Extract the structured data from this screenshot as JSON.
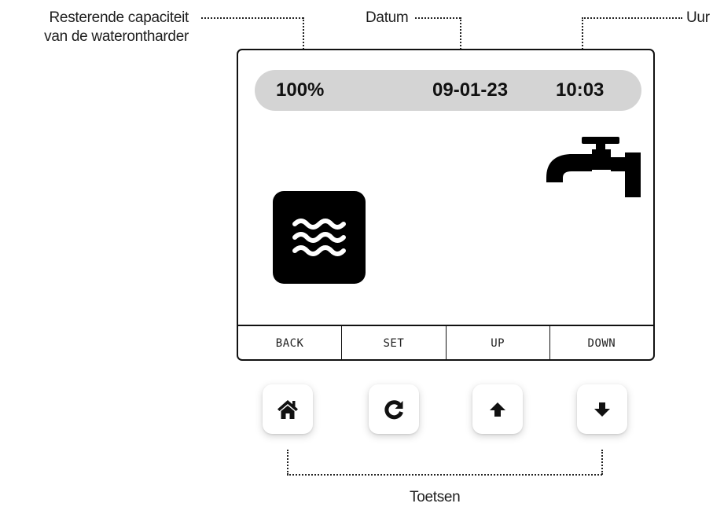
{
  "annotations": {
    "capacity_line1": "Resterende capaciteit",
    "capacity_line2": "van de waterontharder",
    "date": "Datum",
    "time": "Uur",
    "keys": "Toetsen"
  },
  "status": {
    "capacity": "100%",
    "date": "09-01-23",
    "time": "10:03"
  },
  "softkeys": [
    "BACK",
    "SET",
    "UP",
    "DOWN"
  ],
  "hardware_buttons": [
    {
      "name": "home",
      "icon": "home-icon"
    },
    {
      "name": "refresh",
      "icon": "refresh-icon"
    },
    {
      "name": "up",
      "icon": "arrow-up-icon"
    },
    {
      "name": "down",
      "icon": "arrow-down-icon"
    }
  ],
  "display_icons": [
    "water-waves-icon",
    "faucet-icon"
  ],
  "colors": {
    "status_bar": "#d4d4d4",
    "screen_border": "#111111",
    "icon": "#000000"
  }
}
